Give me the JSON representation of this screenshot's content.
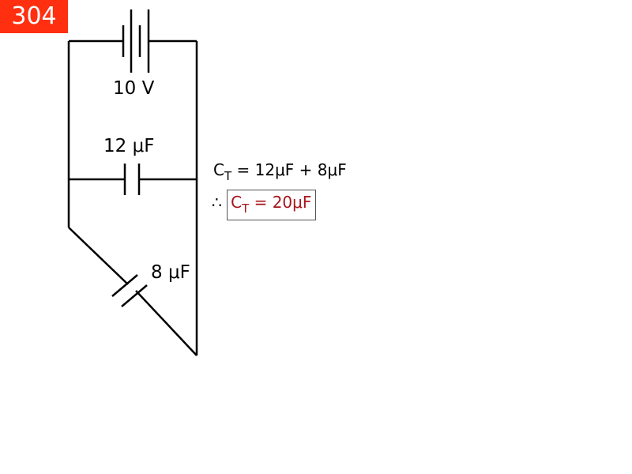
{
  "slide": {
    "number": "304"
  },
  "circuit": {
    "battery": {
      "label": "10 V"
    },
    "capacitor_a": {
      "label": "12 μF"
    },
    "capacitor_b": {
      "label": "8 μF"
    }
  },
  "equations": {
    "line1": {
      "symbol": "C",
      "subscript": "T",
      "rhs": " = 12μF + 8μF"
    },
    "line2": {
      "prefix": "∴",
      "symbol": "C",
      "subscript": "T",
      "rhs": " = 20μF"
    }
  },
  "colors": {
    "badge": "#ff2f0f",
    "result": "#a8141c"
  }
}
